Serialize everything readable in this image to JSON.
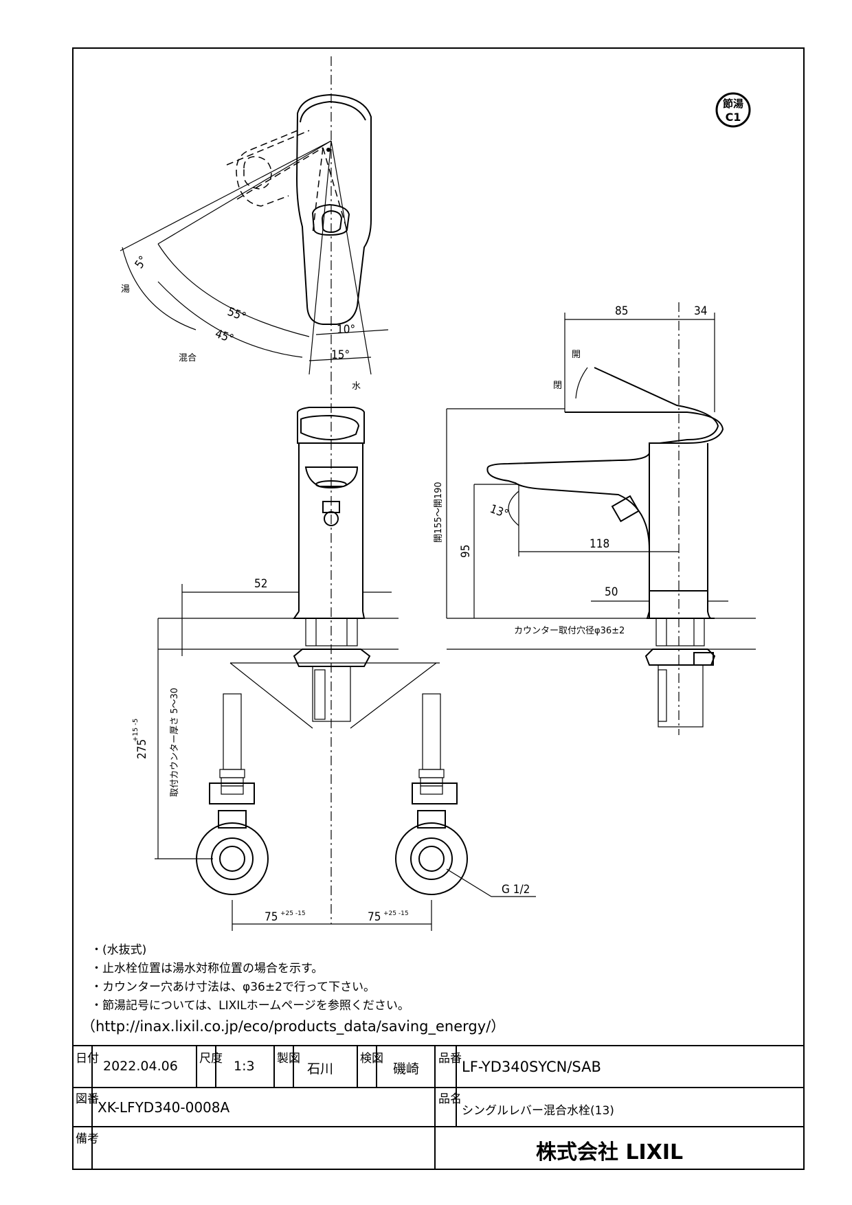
{
  "badge": {
    "top": "節湯",
    "bottom": "C1"
  },
  "top_view": {
    "hot_label": "湯",
    "mix_label": "混合",
    "water_label": "水",
    "angles": [
      "5°",
      "55°",
      "45°",
      "10°",
      "15°"
    ]
  },
  "side_view": {
    "open_label": "開",
    "close_label": "閉",
    "dims": {
      "d85": "85",
      "d34": "34",
      "d118": "118",
      "d50": "50",
      "d95": "95",
      "height": "開155～開190",
      "angle13": "13°",
      "counter_hole": "カウンター取付穴径φ36±2"
    }
  },
  "front_view": {
    "dims": {
      "d52": "52",
      "counter_thickness": "取付カウンター厚さ 5～30",
      "depth_main": "275",
      "depth_tol": "+15 -5",
      "spread_left": "75",
      "spread_right": "75",
      "spread_tol": "+25 -15",
      "thread": "G 1/2"
    }
  },
  "notes": [
    "・(水抜式)",
    "・止水栓位置は湯水対称位置の場合を示す。",
    "・カウンター穴あけ寸法は、φ36±2で行って下さい。",
    "・節湯記号については、LIXILホームページを参照ください。",
    "（http://inax.lixil.co.jp/eco/products_data/saving_energy/）"
  ],
  "title_block": {
    "date_label": "日付",
    "date": "2022.04.06",
    "scale_label": "尺度",
    "scale": "1:3",
    "drawn_label": "製図",
    "drawn": "石川",
    "checked_label": "検図",
    "checked": "磯崎",
    "part_no_label": "品番",
    "part_no": "LF-YD340SYCN/SAB",
    "drawing_no_label": "図番",
    "drawing_no": "XK-LFYD340-0008A",
    "product_label": "品名",
    "product": "シングルレバー混合水栓(13)",
    "remarks_label": "備考",
    "company": "株式会社 LIXIL"
  }
}
